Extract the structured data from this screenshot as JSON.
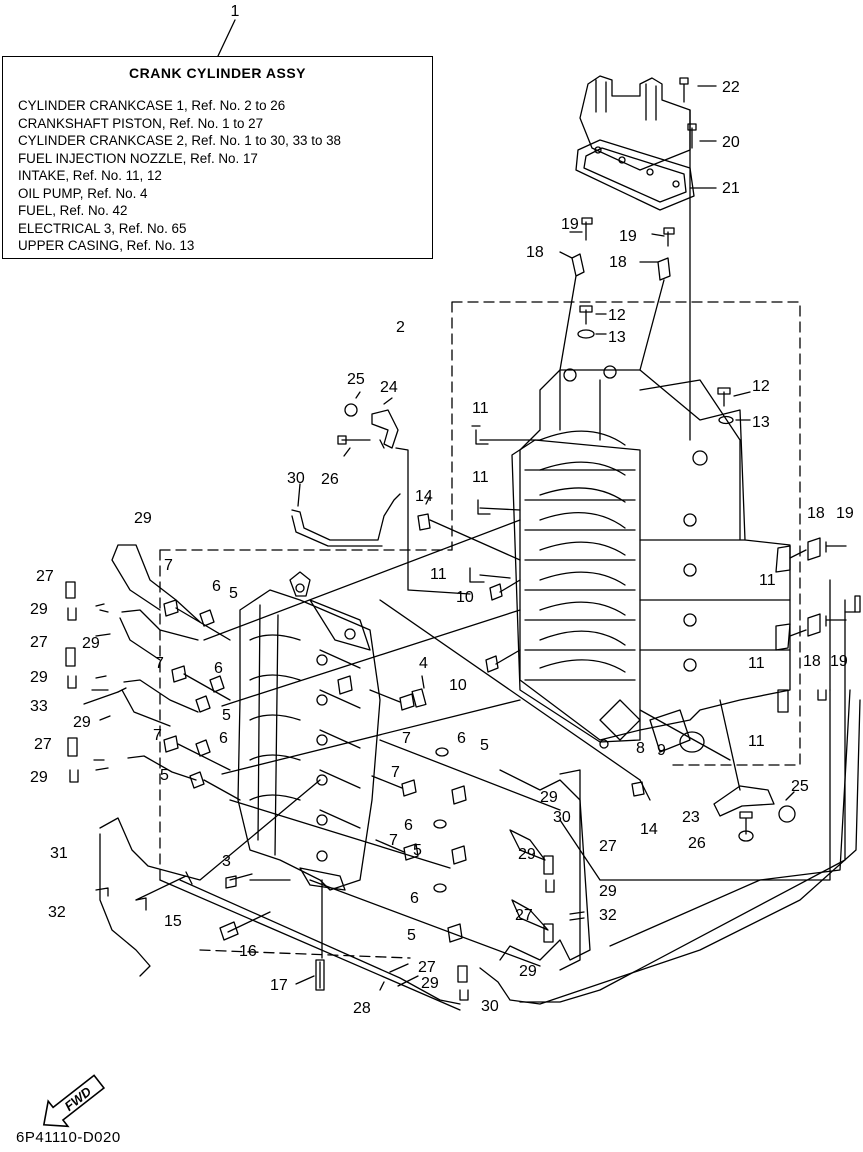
{
  "title_callout": "1",
  "info_box": {
    "title": "CRANK  CYLINDER ASSY",
    "lines": [
      "CYLINDER CRANKCASE 1,  Ref. No. 2 to 26",
      "CRANKSHAFT PISTON,  Ref. No. 1 to 27",
      "CYLINDER CRANKCASE 2, Ref. No. 1 to 30, 33 to 38",
      "FUEL INJECTION NOZZLE,  Ref. No. 17",
      "INTAKE,  Ref. No. 11, 12",
      "OIL PUMP, Ref. No. 4",
      "FUEL,  Ref. No. 42",
      "ELECTRICAL 3,  Ref. No. 65",
      "UPPER CASING,  Ref. No. 13"
    ]
  },
  "fwd_label": "FWD",
  "document_id": "6P41110-D020",
  "callouts": [
    {
      "id": "c22",
      "text": "22"
    },
    {
      "id": "c20",
      "text": "20"
    },
    {
      "id": "c21",
      "text": "21"
    },
    {
      "id": "c19a",
      "text": "19"
    },
    {
      "id": "c19b",
      "text": "19"
    },
    {
      "id": "c18a",
      "text": "18"
    },
    {
      "id": "c18b",
      "text": "18"
    },
    {
      "id": "c12a",
      "text": "12"
    },
    {
      "id": "c13a",
      "text": "13"
    },
    {
      "id": "c2",
      "text": "2"
    },
    {
      "id": "c25a",
      "text": "25"
    },
    {
      "id": "c24",
      "text": "24"
    },
    {
      "id": "c12b",
      "text": "12"
    },
    {
      "id": "c13b",
      "text": "13"
    },
    {
      "id": "c11a",
      "text": "11"
    },
    {
      "id": "c26a",
      "text": "26"
    },
    {
      "id": "c30a",
      "text": "30"
    },
    {
      "id": "c11b",
      "text": "11"
    },
    {
      "id": "c14a",
      "text": "14"
    },
    {
      "id": "c29a",
      "text": "29"
    },
    {
      "id": "c18c",
      "text": "18"
    },
    {
      "id": "c19c",
      "text": "19"
    },
    {
      "id": "c11c",
      "text": "11"
    },
    {
      "id": "c11d",
      "text": "11"
    },
    {
      "id": "c10a",
      "text": "10"
    },
    {
      "id": "c27a",
      "text": "27"
    },
    {
      "id": "c7a",
      "text": "7"
    },
    {
      "id": "c6a",
      "text": "6"
    },
    {
      "id": "c5a",
      "text": "5"
    },
    {
      "id": "c29b",
      "text": "29"
    },
    {
      "id": "c27b",
      "text": "27"
    },
    {
      "id": "c29c",
      "text": "29"
    },
    {
      "id": "c18d",
      "text": "18"
    },
    {
      "id": "c19d",
      "text": "19"
    },
    {
      "id": "c6b",
      "text": "6"
    },
    {
      "id": "c11e",
      "text": "11"
    },
    {
      "id": "c4",
      "text": "4"
    },
    {
      "id": "c10b",
      "text": "10"
    },
    {
      "id": "c7b",
      "text": "7"
    },
    {
      "id": "c29d",
      "text": "29"
    },
    {
      "id": "c33",
      "text": "33"
    },
    {
      "id": "c5b",
      "text": "5"
    },
    {
      "id": "c29e",
      "text": "29"
    },
    {
      "id": "c7c",
      "text": "7"
    },
    {
      "id": "c7d",
      "text": "7"
    },
    {
      "id": "c6c",
      "text": "6"
    },
    {
      "id": "c5c",
      "text": "5"
    },
    {
      "id": "c8",
      "text": "8"
    },
    {
      "id": "c9",
      "text": "9"
    },
    {
      "id": "c11f",
      "text": "11"
    },
    {
      "id": "c27c",
      "text": "27"
    },
    {
      "id": "c6d",
      "text": "6"
    },
    {
      "id": "c7e",
      "text": "7"
    },
    {
      "id": "c29f",
      "text": "29"
    },
    {
      "id": "c5d",
      "text": "5"
    },
    {
      "id": "c25b",
      "text": "25"
    },
    {
      "id": "c29g",
      "text": "29"
    },
    {
      "id": "c30b",
      "text": "30"
    },
    {
      "id": "c14b",
      "text": "14"
    },
    {
      "id": "c23",
      "text": "23"
    },
    {
      "id": "c6e",
      "text": "6"
    },
    {
      "id": "c7f",
      "text": "7"
    },
    {
      "id": "c5e",
      "text": "5"
    },
    {
      "id": "c29h",
      "text": "29"
    },
    {
      "id": "c27d",
      "text": "27"
    },
    {
      "id": "c26b",
      "text": "26"
    },
    {
      "id": "c31",
      "text": "31"
    },
    {
      "id": "c3",
      "text": "3"
    },
    {
      "id": "c29i",
      "text": "29"
    },
    {
      "id": "c6f",
      "text": "6"
    },
    {
      "id": "c32a",
      "text": "32"
    },
    {
      "id": "c27e",
      "text": "27"
    },
    {
      "id": "c15",
      "text": "15"
    },
    {
      "id": "c32b",
      "text": "32"
    },
    {
      "id": "c5f",
      "text": "5"
    },
    {
      "id": "c16",
      "text": "16"
    },
    {
      "id": "c29j",
      "text": "29"
    },
    {
      "id": "c27f",
      "text": "27"
    },
    {
      "id": "c17",
      "text": "17"
    },
    {
      "id": "c29k",
      "text": "29"
    },
    {
      "id": "c28",
      "text": "28"
    },
    {
      "id": "c30c",
      "text": "30"
    }
  ]
}
